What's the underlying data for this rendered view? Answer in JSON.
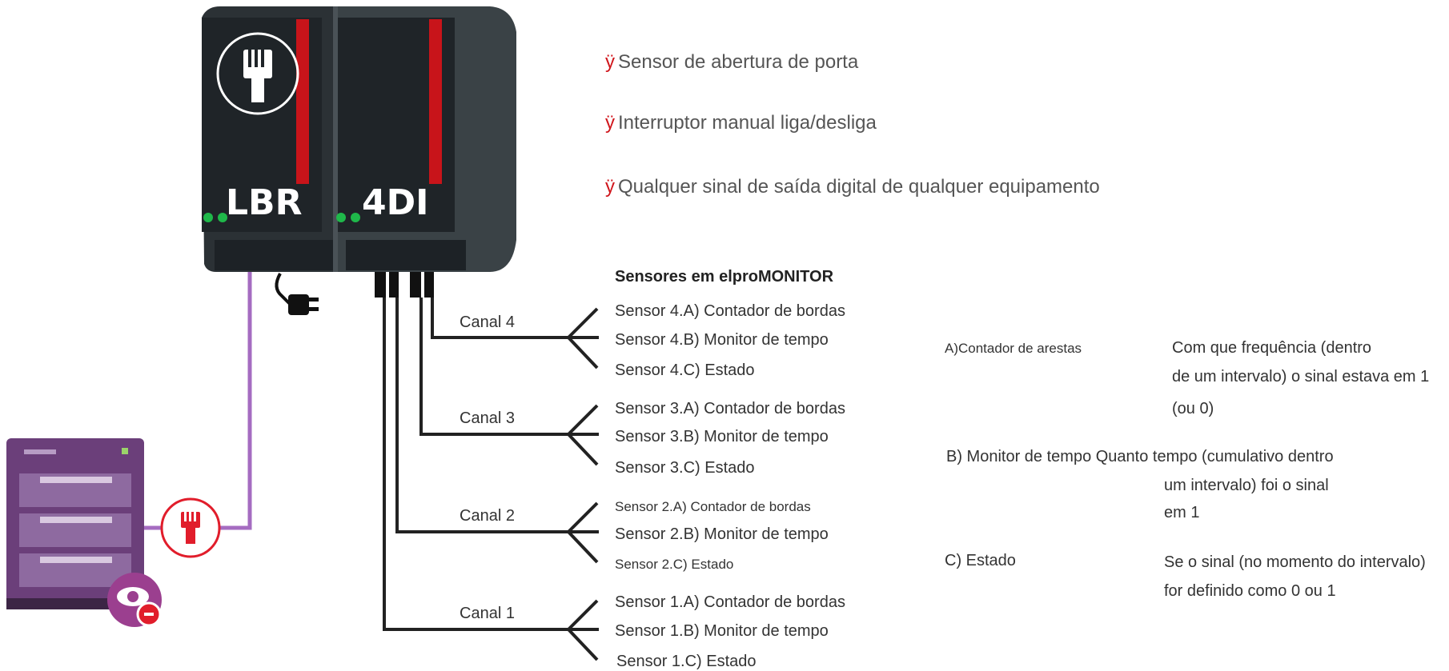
{
  "devices": {
    "lbr_label": "LBR",
    "di_label": "4DI"
  },
  "bullets": {
    "marker": "ÿ",
    "items": [
      "Sensor de abertura de porta",
      "Interruptor manual liga/desliga",
      "Qualquer sinal de saída digital de qualquer equipamento"
    ]
  },
  "sensors_header": "Sensores em elproMONITOR",
  "channels": [
    {
      "label": "Canal 4",
      "sensors": [
        "Sensor 4.A) Contador de bordas",
        "Sensor 4.B) Monitor de tempo",
        "Sensor 4.C) Estado"
      ]
    },
    {
      "label": "Canal 3",
      "sensors": [
        "Sensor 3.A) Contador de bordas",
        "Sensor 3.B) Monitor de tempo",
        "Sensor 3.C) Estado"
      ]
    },
    {
      "label": "Canal 2",
      "sensors": [
        "Sensor 2.A) Contador de bordas",
        "Sensor 2.B) Monitor de tempo",
        "Sensor 2.C) Estado"
      ]
    },
    {
      "label": "Canal 1",
      "sensors": [
        "Sensor 1.A) Contador de bordas",
        "Sensor 1.B) Monitor de tempo",
        "Sensor 1.C) Estado"
      ]
    }
  ],
  "definitions": {
    "a_term": "A)Contador de arestas",
    "a_desc": [
      "Com que frequência (dentro",
      "de um intervalo) o sinal estava em 1",
      "(ou 0)"
    ],
    "b_term": "B) Monitor de tempo Quanto tempo (cumulativo dentro",
    "b_desc": [
      "um intervalo) foi o sinal",
      "em 1"
    ],
    "c_term": "C) Estado",
    "c_desc": [
      "Se o sinal (no momento do intervalo)",
      "for definido como 0 ou 1"
    ]
  },
  "colors": {
    "accent_red": "#d0161c",
    "led_green": "#1fb84a",
    "device_dark": "#2b3135",
    "cable_purple": "#a56cc1",
    "server_purple": "#6b3f7a"
  },
  "icons": [
    "comb-icon",
    "plug-icon",
    "server-icon",
    "eye-logo-icon"
  ]
}
